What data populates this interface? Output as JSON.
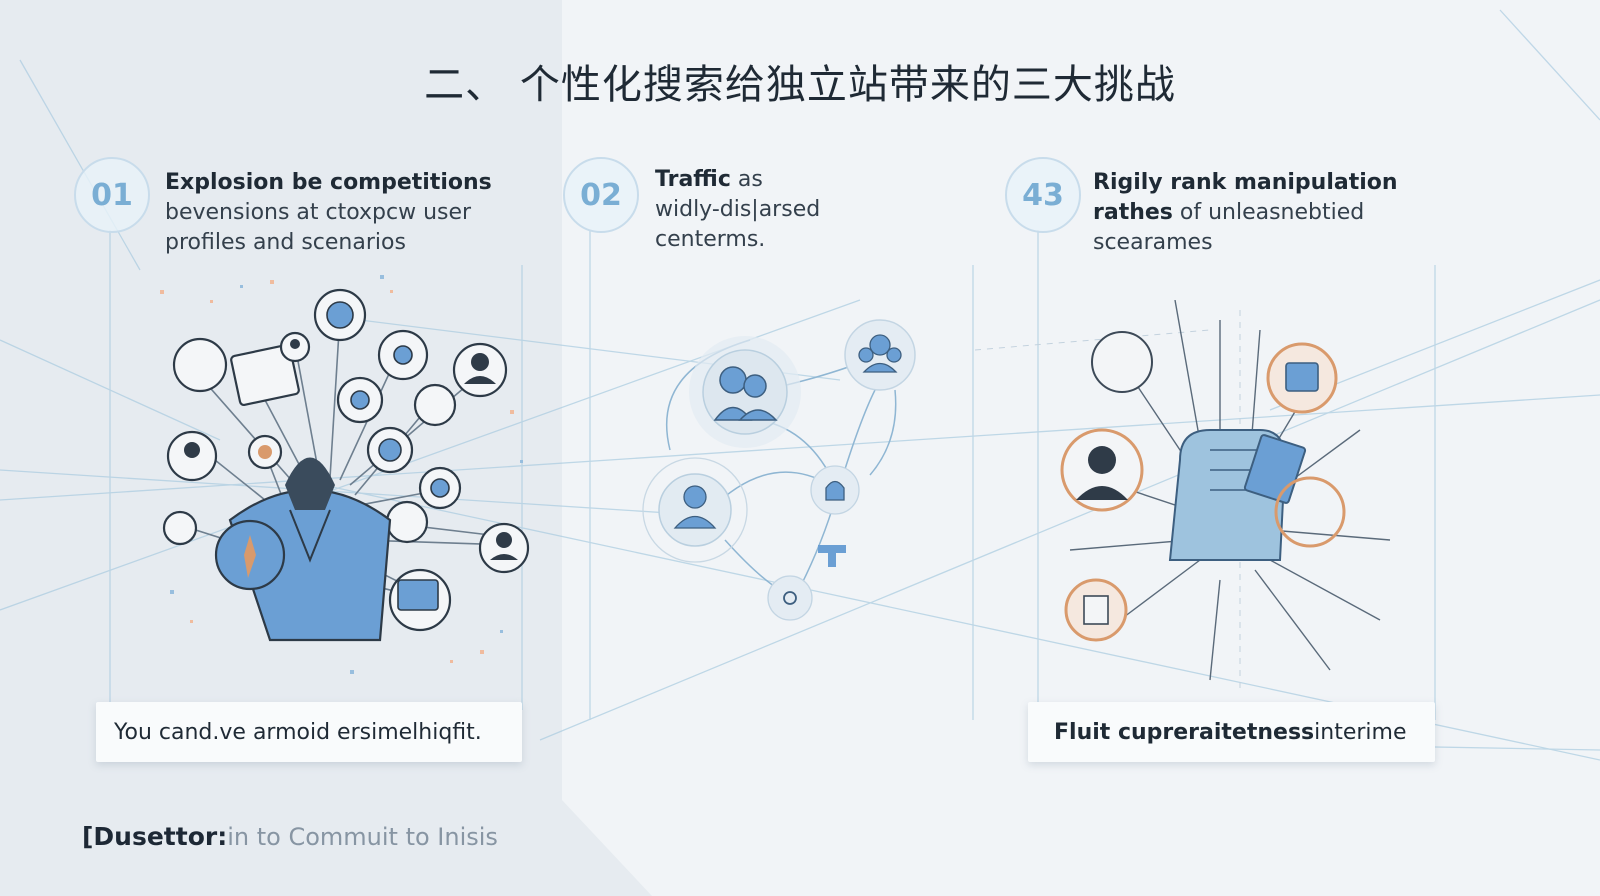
{
  "title": "二、 个性化搜索给独立站带来的三大挑战",
  "columns": [
    {
      "number": "01",
      "heading": "Explosion be competitions",
      "body_line1": "bevensions at ctoxpcw user",
      "body_line2": "profiles and scenarios"
    },
    {
      "number": "02",
      "heading": "Traffic",
      "heading_tail": " as",
      "body_line1": "widly-dis|arsed",
      "body_line2": "centerms."
    },
    {
      "number": "43",
      "heading": "Rigily rank manipulation",
      "heading2": "rathes",
      "heading2_tail": " of unleasnebtied",
      "body_line2": "scearames"
    }
  ],
  "captions": {
    "left": "You cand.ve armoid ersimelhiqfit.",
    "right_bold": "Fluit cupreraitetness",
    "right_tail": " interime"
  },
  "footer": {
    "brand": "[Dusettor:",
    "tail": "in to Commuit to Inisis"
  },
  "colors": {
    "accent_blue": "#6b9fd4",
    "accent_orange": "#d99a6c",
    "line_blue": "#9cc3dd"
  }
}
